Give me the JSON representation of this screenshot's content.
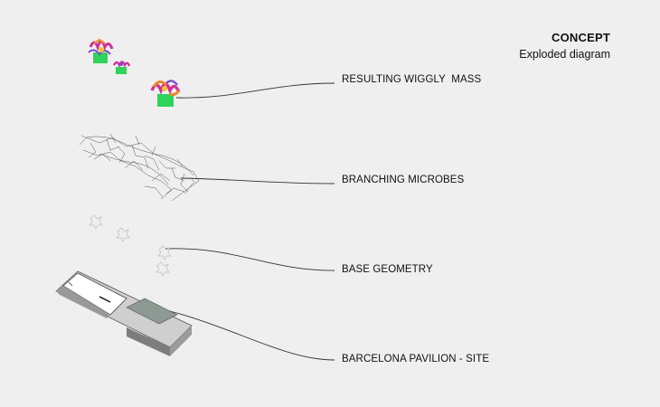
{
  "header": {
    "title": "CONCEPT",
    "subtitle": "Exploded diagram"
  },
  "layers": [
    {
      "label": "RESULTING WIGGLY  MASS"
    },
    {
      "label": "BRANCHING MICROBES"
    },
    {
      "label": "BASE GEOMETRY"
    },
    {
      "label": "BARCELONA PAVILION - SITE"
    }
  ],
  "colors": {
    "background": "#efefef",
    "leader_line": "#333333",
    "mass_green": "#2fd35a",
    "mass_magenta": "#d0309a",
    "mass_orange": "#e8892a",
    "mass_purple": "#7a4bd6",
    "microbe_line": "#555555",
    "pavilion_grey": "#8a8a8a"
  }
}
